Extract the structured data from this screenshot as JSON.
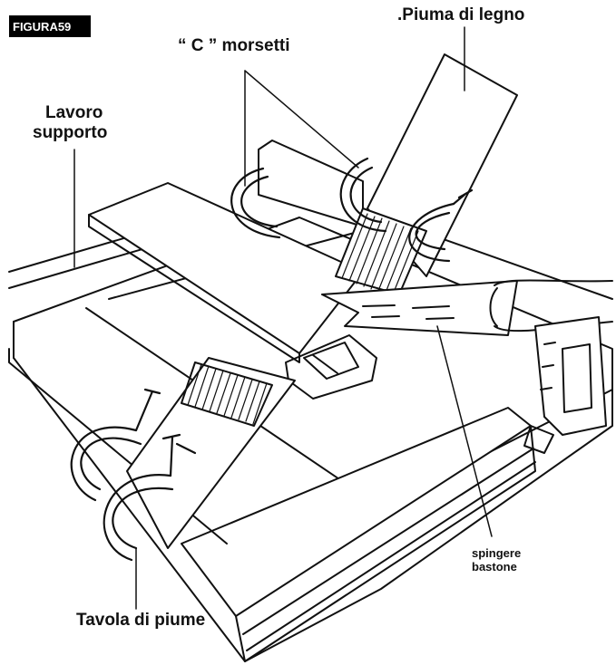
{
  "figure": {
    "badge": "FIGURA59",
    "labels": {
      "c_clamps": "“ C ” morsetti",
      "wooden_feather": ".Piuma di legno",
      "work_support_line1": "Lavoro",
      "work_support_line2": "supporto",
      "feather_board": "Tavola di piume",
      "push_stick_line1": "spingere",
      "push_stick_line2": "bastone"
    }
  },
  "colors": {
    "ink": "#111111",
    "background": "#ffffff"
  }
}
